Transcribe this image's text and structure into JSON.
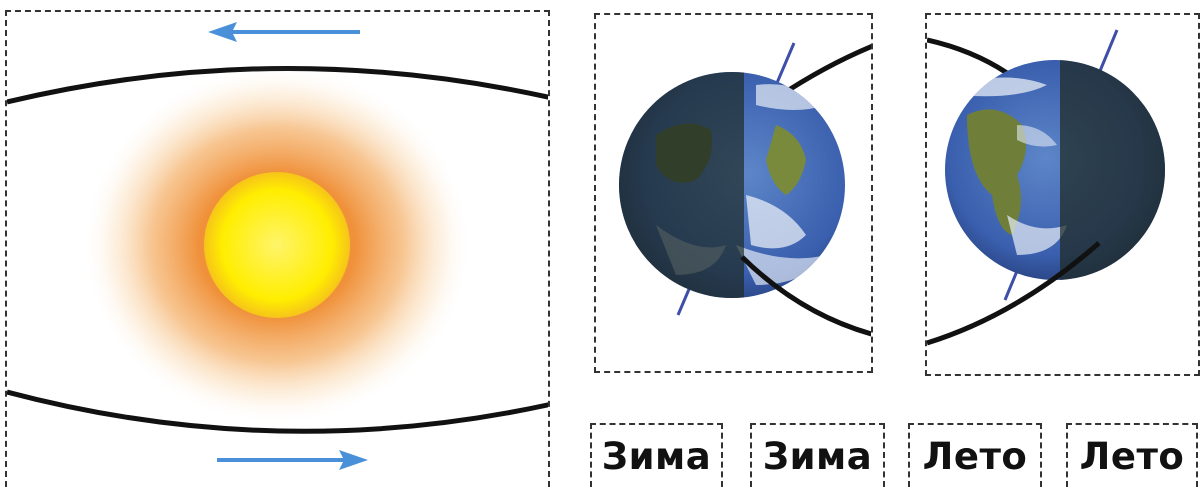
{
  "diagram": {
    "sun_panel": {
      "orbit_direction": "counterclockwise",
      "sun_colors": {
        "core": "#fff200",
        "halo": "#f08a2c"
      },
      "arrow_color": "#4a90d9",
      "orbit_color": "#111111"
    },
    "earth_panels": [
      {
        "id": "winter",
        "lit_side": "right"
      },
      {
        "id": "summer",
        "lit_side": "left"
      }
    ],
    "cards": [
      {
        "label": "Зима"
      },
      {
        "label": "Зима"
      },
      {
        "label": "Лето"
      },
      {
        "label": "Лето"
      }
    ]
  }
}
